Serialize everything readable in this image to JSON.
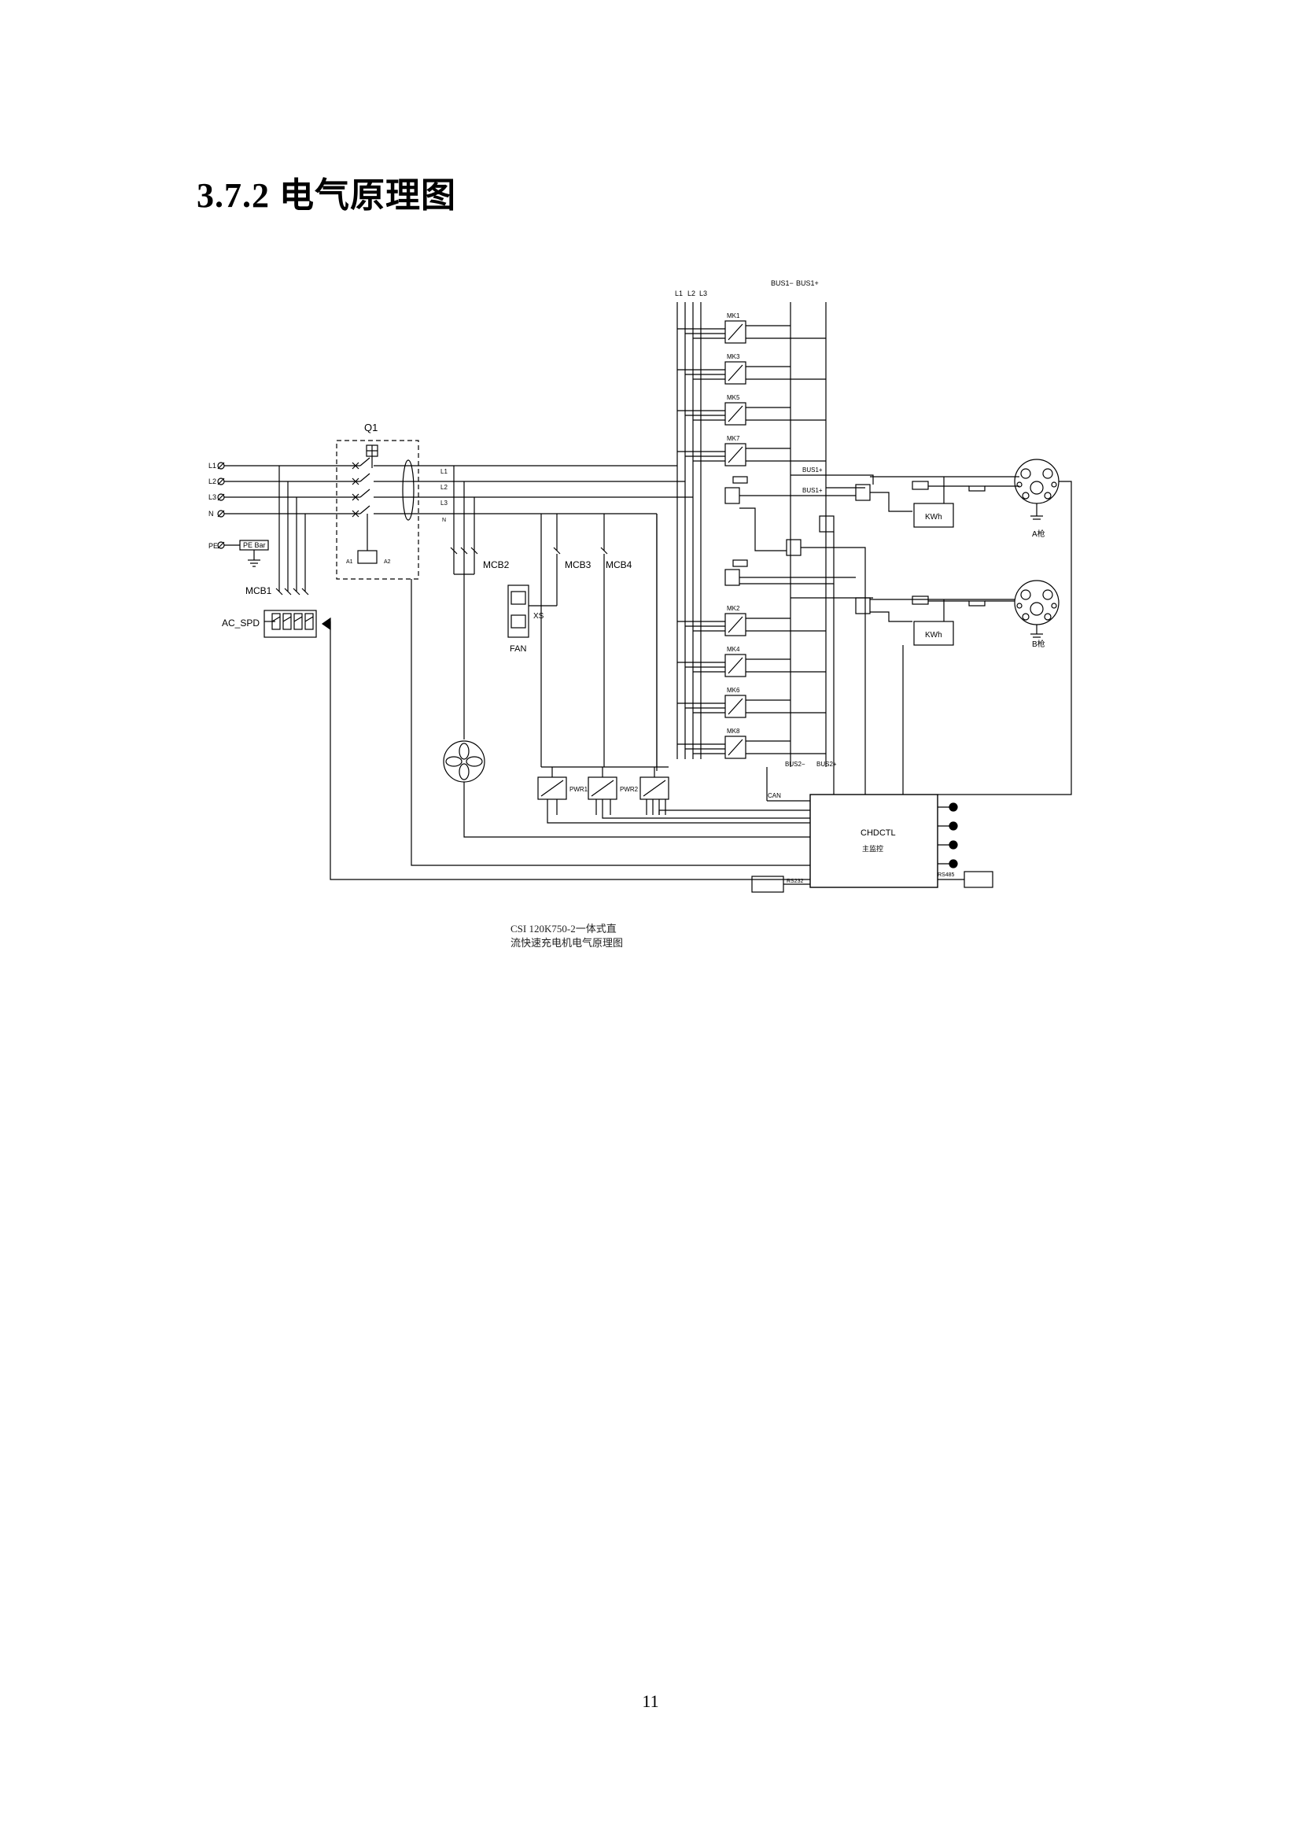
{
  "heading": "3.7.2 电气原理图",
  "page_number": "11",
  "caption": [
    "CSI 120K750-2一体式直",
    "流快速充电机电气原理图"
  ],
  "labels": {
    "bus_top": [
      "L1",
      "L2",
      "L3"
    ],
    "bus1_minus": "BUS1−",
    "bus1_plus": "BUS1+",
    "q1": "Q1",
    "inputs": [
      "L1",
      "L2",
      "L3",
      "N"
    ],
    "pe": "PE",
    "pe_bar": "PE Bar",
    "mcb1": "MCB1",
    "ac_spd": "AC_SPD",
    "internal_phases": [
      "L1",
      "L2",
      "L3",
      "N"
    ],
    "mcb2": "MCB2",
    "mcb3": "MCB3",
    "mcb4": "MCB4",
    "xs": "XS",
    "fan": "FAN",
    "modules_top": [
      "MK1",
      "MK3",
      "MK5",
      "MK7"
    ],
    "modules_bottom": [
      "MK2",
      "MK4",
      "MK6",
      "MK8"
    ],
    "bus1_plus_a": "BUS1+",
    "bus1_plus_b": "BUS1+",
    "bus2_minus": "BUS2−",
    "bus2_plus": "BUS2+",
    "meter_a": "KWh",
    "meter_b": "KWh",
    "gun_a": "A枪",
    "gun_b": "B枪",
    "pwr": [
      "PWR1",
      "PWR2"
    ],
    "can": "CAN",
    "controller": "CHDCTL",
    "controller_sub": "主监控",
    "rs232": "RS232",
    "rs485": "RS485"
  }
}
